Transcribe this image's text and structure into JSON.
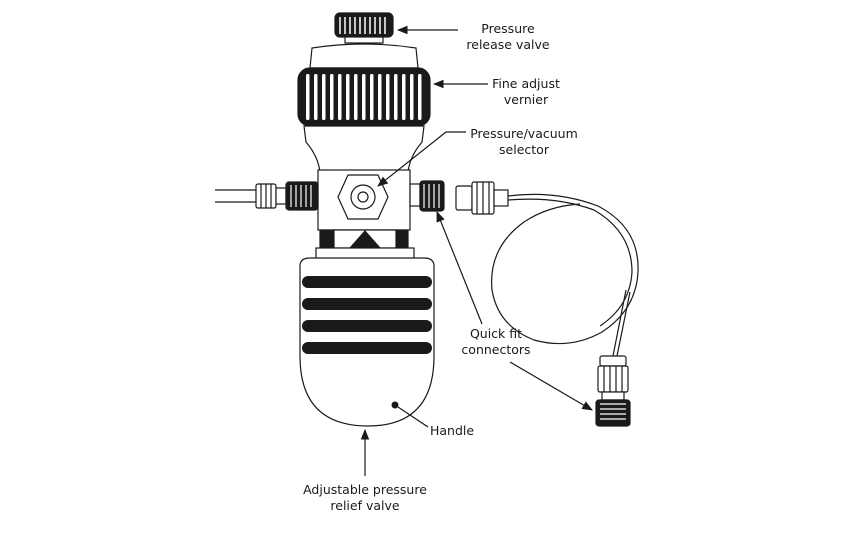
{
  "labels": {
    "pressure_release_valve": {
      "line1": "Pressure",
      "line2": "release valve"
    },
    "fine_adjust_vernier": {
      "line1": "Fine adjust",
      "line2": "vernier"
    },
    "pressure_vacuum_selector": {
      "line1": "Pressure/vacuum",
      "line2": "selector"
    },
    "quick_fit_connectors": {
      "line1": "Quick fit",
      "line2": "connectors"
    },
    "handle": "Handle",
    "adjustable_pressure_relief_valve": {
      "line1": "Adjustable pressure",
      "line2": "relief valve"
    }
  },
  "colors": {
    "line": "#1a1a1a",
    "fill": "#ffffff",
    "dark": "#1a1a1a"
  }
}
